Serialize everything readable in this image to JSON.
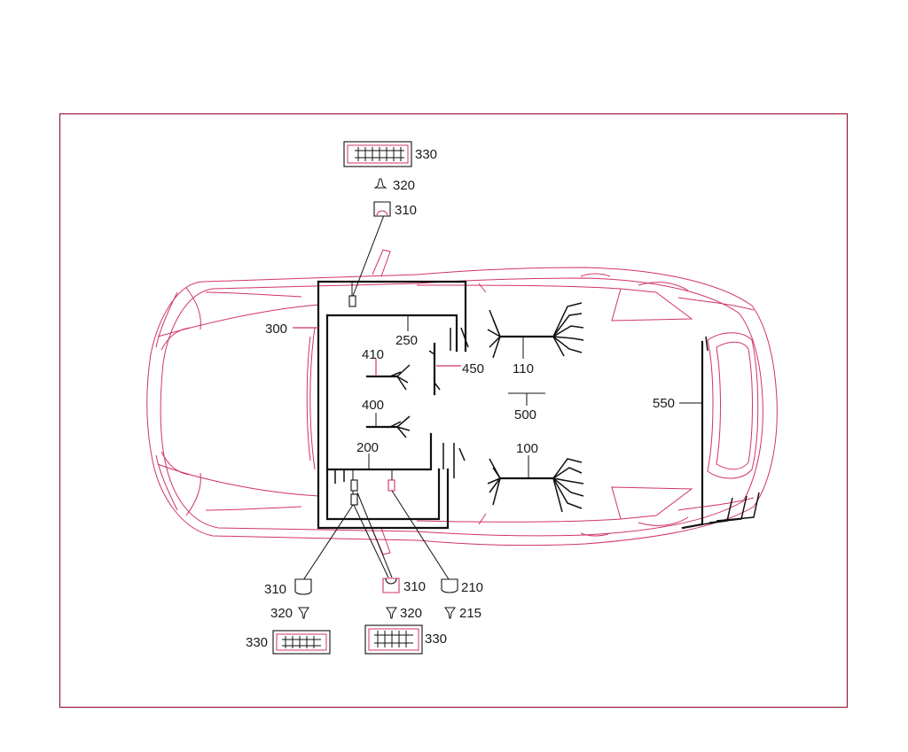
{
  "colors": {
    "frame": "#9c1a3a",
    "body_outline": "#d0336a",
    "wire": "#111111"
  },
  "labels": {
    "c330_top": "330",
    "c320_top": "320",
    "c310_top": "310",
    "c300": "300",
    "c250": "250",
    "c410": "410",
    "c450": "450",
    "c400": "400",
    "c200": "200",
    "c110": "110",
    "c500": "500",
    "c100": "100",
    "c550": "550",
    "c310_bl": "310",
    "c320_bl": "320",
    "c330_bl": "330",
    "c310_bm": "310",
    "c320_bm": "320",
    "c330_bm": "330",
    "c210_br": "210",
    "c215_br": "215"
  }
}
